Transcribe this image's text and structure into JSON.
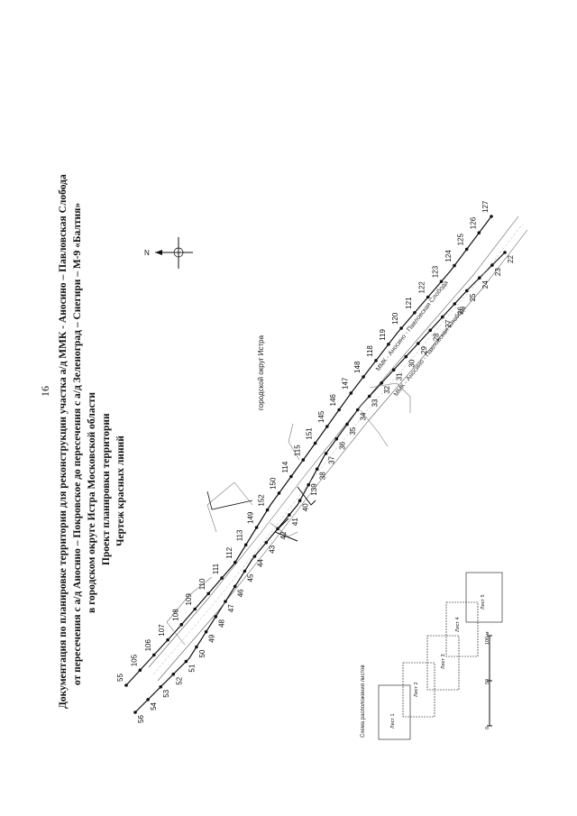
{
  "page": {
    "number": "16"
  },
  "title": {
    "line1": "Документация по планировке территории для реконструкции участка а/д ММК - Аносино – Павловская Слобода",
    "line2": "от пересечения с а/д Аносино – Покровское до пересечения с а/д Зеленоград – Снегири – М-9 «Балтия»",
    "line3": "в городском округе Истра Московской области",
    "line4": "Проект планировки территории",
    "line5": "Чертеж красных линий"
  },
  "map": {
    "area_label": "городской округ Истра",
    "road_labels": [
      "ММК - Аносино - Павловская Слобода",
      "ММК - Аносино - Павловская Слобода"
    ],
    "points": {
      "upper": [
        "55",
        "105",
        "106",
        "107",
        "108",
        "109",
        "110",
        "111",
        "112",
        "113",
        "149",
        "152",
        "150",
        "114",
        "115",
        "151",
        "145",
        "146",
        "147",
        "148",
        "118",
        "119",
        "120",
        "121",
        "122",
        "123",
        "124",
        "125",
        "126",
        "127"
      ],
      "lower": [
        "56",
        "54",
        "53",
        "52",
        "51",
        "50",
        "49",
        "48",
        "47",
        "46",
        "45",
        "44",
        "43",
        "42",
        "41",
        "40",
        "139",
        "38",
        "37",
        "36",
        "35",
        "34",
        "33",
        "32",
        "31",
        "30",
        "29",
        "28",
        "27",
        "26",
        "25",
        "24",
        "23",
        "22"
      ]
    },
    "compass_label": "N"
  },
  "sheet_scheme": {
    "title": "Схема расположения листов",
    "sheets": [
      "Лист 1",
      "Лист 2",
      "Лист 3",
      "Лист 4",
      "Лист 5"
    ],
    "scale_labels": [
      "0",
      "50",
      "100 м"
    ]
  }
}
